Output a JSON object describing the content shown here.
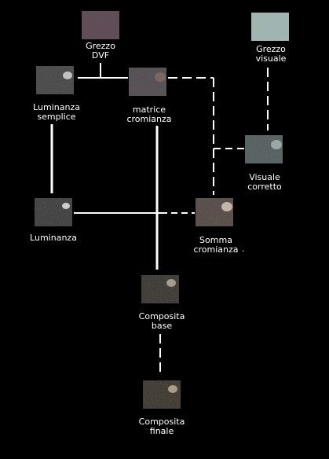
{
  "nodes": [
    {
      "id": "grezzo-dvf",
      "label": "Grezzo\nDVF",
      "tone": "#5a4650",
      "texture": "smooth"
    },
    {
      "id": "grezzo-visuale",
      "label": "Grezzo\nvisuale",
      "tone": "#9fb4b0",
      "texture": "smooth"
    },
    {
      "id": "luminanza-semplice",
      "label": "Luminanza\nsemplice",
      "tone": "#6f6f6f",
      "texture": "fibers"
    },
    {
      "id": "matrice-cromianza",
      "label": "matrice\ncromianza",
      "tone": "#6a5e60",
      "texture": "blotch"
    },
    {
      "id": "visuale-corretto",
      "label": "Visuale\ncorretto",
      "tone": "#6c7a7a",
      "texture": "blotch"
    },
    {
      "id": "luminanza",
      "label": "Luminanza",
      "tone": "#7a7a7a",
      "texture": "fibers"
    },
    {
      "id": "somma-cromianza",
      "label": "Somma\ncromianza",
      "tone": "#8a7a70",
      "texture": "blotch"
    },
    {
      "id": "composita-base",
      "label": "Composita\nbase",
      "tone": "#5a5448",
      "texture": "fibers"
    },
    {
      "id": "composita-finale",
      "label": "Composita\nfinale",
      "tone": "#6a5e48",
      "texture": "fibers"
    }
  ],
  "stray_mark": "."
}
